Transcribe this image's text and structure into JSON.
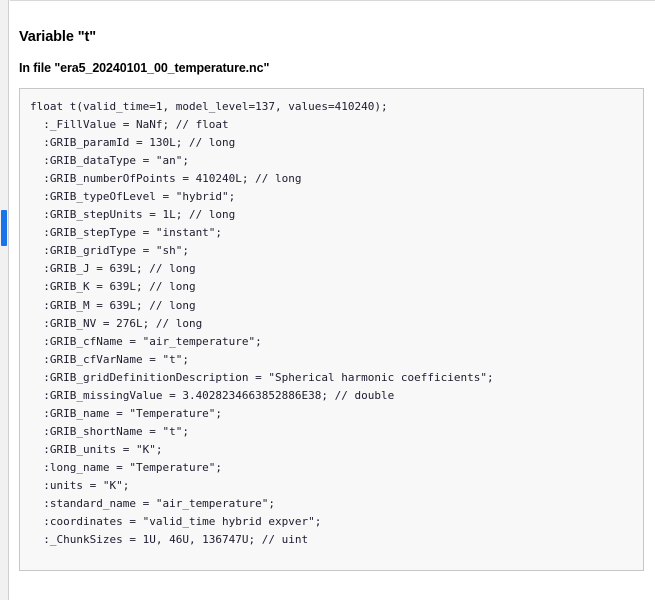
{
  "scrollbar": {
    "name": "vertical-scrollbar",
    "thumb_color": "#1a73e8",
    "track_color": "#f1f1f1"
  },
  "document": {
    "variable_heading": "Variable \"t\"",
    "file_heading": "In file \"era5_20240101_00_temperature.nc\"",
    "variable_name": "t",
    "file_name": "era5_20240101_00_temperature.nc",
    "panel_background": "#f8f8f8",
    "panel_border": "#c6c6c6",
    "code_color": "#1c1c2e"
  },
  "cdl": {
    "declaration": "float t(valid_time=1, model_level=137, values=410240);",
    "attributes": [
      "  :_FillValue = NaNf; // float",
      "  :GRIB_paramId = 130L; // long",
      "  :GRIB_dataType = \"an\";",
      "  :GRIB_numberOfPoints = 410240L; // long",
      "  :GRIB_typeOfLevel = \"hybrid\";",
      "  :GRIB_stepUnits = 1L; // long",
      "  :GRIB_stepType = \"instant\";",
      "  :GRIB_gridType = \"sh\";",
      "  :GRIB_J = 639L; // long",
      "  :GRIB_K = 639L; // long",
      "  :GRIB_M = 639L; // long",
      "  :GRIB_NV = 276L; // long",
      "  :GRIB_cfName = \"air_temperature\";",
      "  :GRIB_cfVarName = \"t\";",
      "  :GRIB_gridDefinitionDescription = \"Spherical harmonic coefficients\";",
      "  :GRIB_missingValue = 3.4028234663852886E38; // double",
      "  :GRIB_name = \"Temperature\";",
      "  :GRIB_shortName = \"t\";",
      "  :GRIB_units = \"K\";",
      "  :long_name = \"Temperature\";",
      "  :units = \"K\";",
      "  :standard_name = \"air_temperature\";",
      "  :coordinates = \"valid_time hybrid expver\";",
      "  :_ChunkSizes = 1U, 46U, 136747U; // uint"
    ],
    "full_text": "float t(valid_time=1, model_level=137, values=410240);\n  :_FillValue = NaNf; // float\n  :GRIB_paramId = 130L; // long\n  :GRIB_dataType = \"an\";\n  :GRIB_numberOfPoints = 410240L; // long\n  :GRIB_typeOfLevel = \"hybrid\";\n  :GRIB_stepUnits = 1L; // long\n  :GRIB_stepType = \"instant\";\n  :GRIB_gridType = \"sh\";\n  :GRIB_J = 639L; // long\n  :GRIB_K = 639L; // long\n  :GRIB_M = 639L; // long\n  :GRIB_NV = 276L; // long\n  :GRIB_cfName = \"air_temperature\";\n  :GRIB_cfVarName = \"t\";\n  :GRIB_gridDefinitionDescription = \"Spherical harmonic coefficients\";\n  :GRIB_missingValue = 3.4028234663852886E38; // double\n  :GRIB_name = \"Temperature\";\n  :GRIB_shortName = \"t\";\n  :GRIB_units = \"K\";\n  :long_name = \"Temperature\";\n  :units = \"K\";\n  :standard_name = \"air_temperature\";\n  :coordinates = \"valid_time hybrid expver\";\n  :_ChunkSizes = 1U, 46U, 136747U; // uint"
  }
}
